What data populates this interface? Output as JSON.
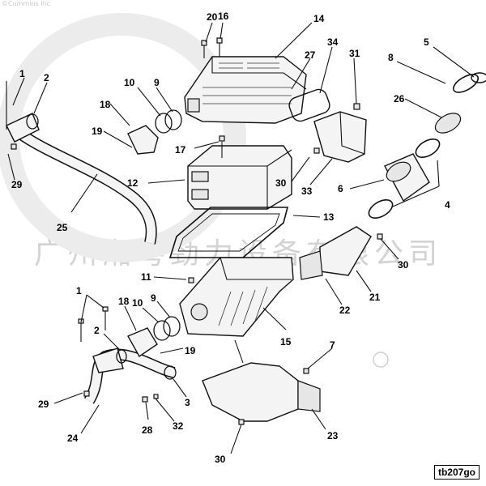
{
  "copyright": "©Cummins Inc",
  "watermark": "广州湘粤劲力设备有限公司",
  "figure_id": "tb207go",
  "callouts": [
    "20",
    "16",
    "14",
    "34",
    "31",
    "5",
    "8",
    "1",
    "2",
    "10",
    "9",
    "27",
    "26",
    "18",
    "19",
    "17",
    "29",
    "12",
    "30",
    "33",
    "6",
    "4",
    "25",
    "13",
    "30",
    "11",
    "22",
    "21",
    "1",
    "18",
    "10",
    "9",
    "15",
    "7",
    "2",
    "19",
    "3",
    "29",
    "28",
    "32",
    "24",
    "23",
    "30"
  ]
}
